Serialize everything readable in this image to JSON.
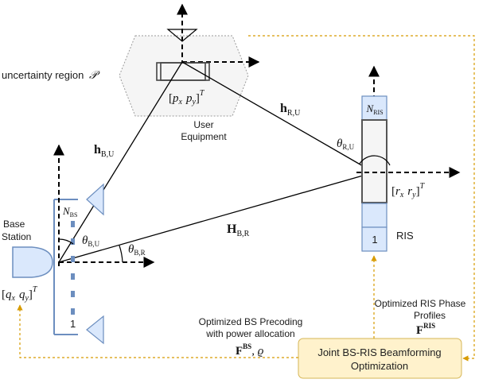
{
  "user": {
    "label_line1": "User",
    "label_line2": "Equipment",
    "position": "[p_x p_y]^T",
    "pos_open": "[",
    "pos_px": "p",
    "pos_px_sub": "x",
    "pos_py": "p",
    "pos_py_sub": "y",
    "pos_close": "]",
    "pos_sup": "T"
  },
  "uncertainty": {
    "label": "uncertainty region",
    "symbol": "𝒫"
  },
  "base_station": {
    "label_line1": "Base",
    "label_line2": "Station",
    "position": "[q_x q_y]^T",
    "pos_open": "[",
    "pos_qx": "q",
    "pos_qx_sub": "x",
    "pos_qy": "q",
    "pos_qy_sub": "y",
    "pos_close": "]",
    "pos_sup": "T",
    "n_bs": "N",
    "n_bs_sub": "BS",
    "index_one": "1"
  },
  "ris": {
    "label": "RIS",
    "n_ris": "N",
    "n_ris_sub": "RIS",
    "index_one": "1",
    "position": "[r_x r_y]^T",
    "pos_open": "[",
    "pos_rx": "r",
    "pos_rx_sub": "x",
    "pos_ry": "r",
    "pos_ry_sub": "y",
    "pos_close": "]",
    "pos_sup": "T"
  },
  "channels": {
    "h_bu": "h",
    "h_bu_sub": "B,U",
    "h_ru": "h",
    "h_ru_sub": "R,U",
    "H_br": "H",
    "H_br_sub": "B,R"
  },
  "angles": {
    "theta_bu": "θ",
    "theta_bu_sub": "B,U",
    "theta_br": "θ",
    "theta_br_sub": "B,R",
    "theta_ru": "θ",
    "theta_ru_sub": "R,U"
  },
  "optimization": {
    "box_line1": "Joint BS-RIS Beamforming",
    "box_line2": "Optimization",
    "bs_text_line1": "Optimized BS Precoding",
    "bs_text_line2": "with power allocation",
    "bs_symbol": "F",
    "bs_symbol_sup": "BS",
    "bs_rho": ", ϱ",
    "ris_text_line1": "Optimized RIS Phase",
    "ris_text_line2": "Profiles",
    "ris_symbol": "F",
    "ris_symbol_sup": "RIS"
  },
  "colors": {
    "element_blue": "#dae8fc",
    "element_stroke": "#6c8ebf",
    "optimization_fill": "#fff2cc",
    "optimization_stroke": "#d6b656",
    "feedback_arrow": "#d79b00",
    "uncertainty_fill": "#f5f5f5",
    "uncertainty_stroke": "#9a9a9a"
  }
}
